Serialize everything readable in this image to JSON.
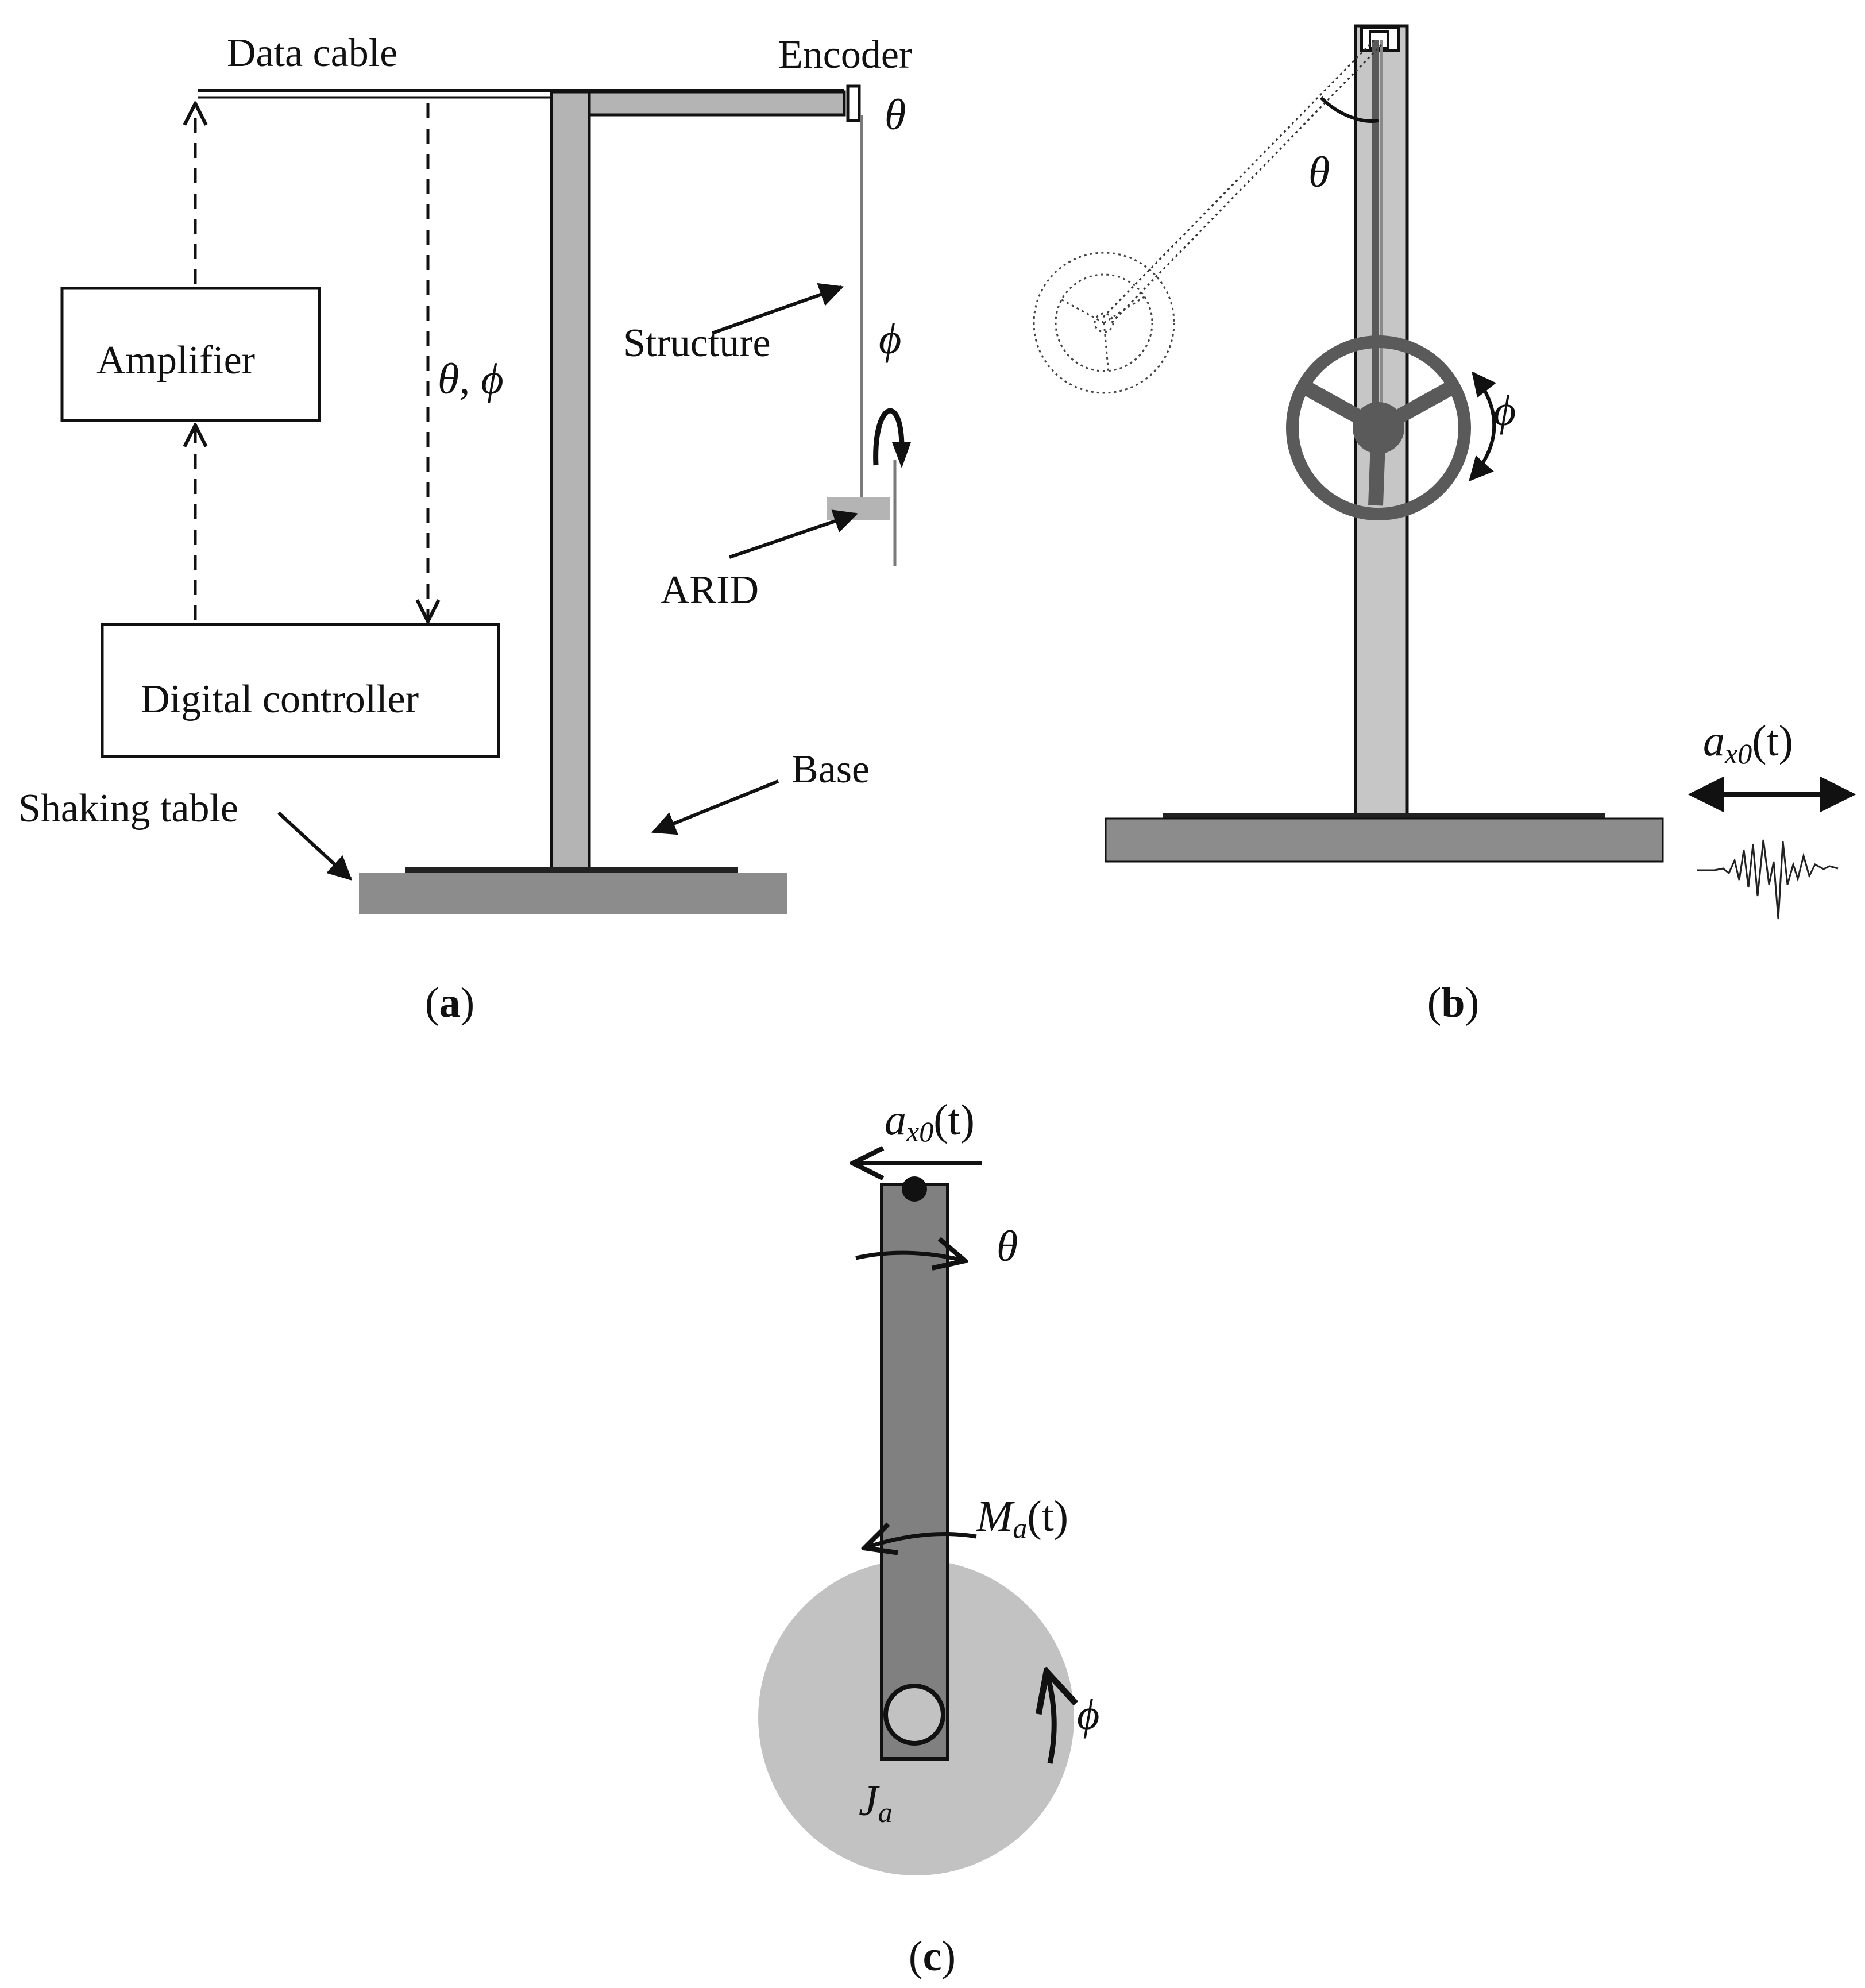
{
  "panel_a": {
    "data_cable": "Data cable",
    "encoder": "Encoder",
    "theta": "θ",
    "amplifier": "Amplifier",
    "theta_phi": "θ, ϕ",
    "structure": "Structure",
    "phi": "ϕ",
    "arid": "ARID",
    "digital_controller": "Digital controller",
    "base": "Base",
    "shaking_table": "Shaking table",
    "caption_open": "(",
    "caption_letter": "a",
    "caption_close": ")"
  },
  "panel_b": {
    "theta": "θ",
    "phi": "ϕ",
    "accel_a": "a",
    "accel_sub": "x0",
    "accel_t": "(t)",
    "caption_open": "(",
    "caption_letter": "b",
    "caption_close": ")"
  },
  "panel_c": {
    "accel_a": "a",
    "accel_sub": "x0",
    "accel_t": "(t)",
    "theta": "θ",
    "moment_m": "M",
    "moment_sub": "a",
    "moment_t": "(t)",
    "phi": "ϕ",
    "inertia_j": "J",
    "inertia_sub": "a",
    "caption_open": "(",
    "caption_letter": "c",
    "caption_close": ")"
  },
  "colors": {
    "column": "#b4b4b4",
    "table": "#8c8c8c",
    "disk": "#c2c2c2",
    "rod": "#7f7f7f",
    "wheel": "#595959",
    "ink": "#111111"
  }
}
